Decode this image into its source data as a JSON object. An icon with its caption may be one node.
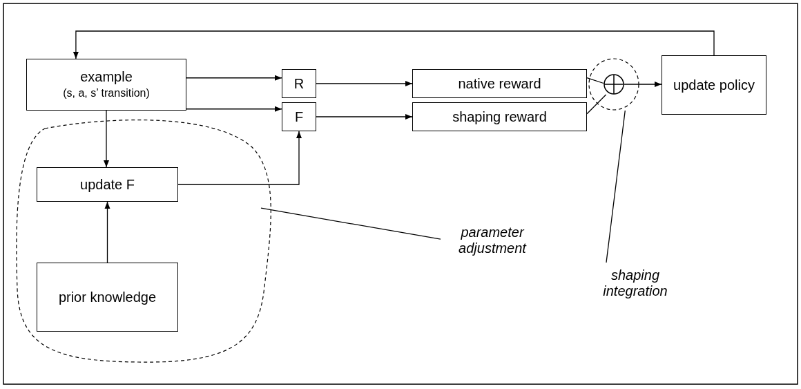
{
  "diagram": {
    "nodes": [
      {
        "text": [
          "example",
          "(s, a, s’ transition)"
        ]
      },
      {
        "text": [
          "R"
        ]
      },
      {
        "text": [
          "native reward"
        ]
      },
      {
        "text": [
          "F"
        ]
      },
      {
        "text": [
          "shaping reward"
        ]
      },
      {
        "text": [],
        "shape": "circle"
      },
      {
        "text": [],
        "shape": "circle",
        "in": 5
      },
      {
        "text": [
          "update policy"
        ]
      },
      {
        "text": [],
        "shape": "cloud"
      },
      {
        "text": [
          "update F"
        ],
        "in": 8
      },
      {
        "text": [
          "prior knowledge"
        ],
        "in": 8
      },
      {
        "text": [
          "parameter adjustment"
        ]
      },
      {
        "text": [
          "shaping integration"
        ]
      }
    ],
    "edges": [
      {
        "from": 0,
        "to": 1,
        "arrow": "to"
      },
      {
        "from": 0,
        "to": 3,
        "arrow": "to"
      },
      {
        "from": 1,
        "to": 2,
        "arrow": "to"
      },
      {
        "from": 3,
        "to": 4,
        "arrow": "to"
      },
      {
        "from": 2,
        "to": 6,
        "arrow": "none"
      },
      {
        "from": 4,
        "to": 6,
        "arrow": "none"
      },
      {
        "from": 6,
        "to": 7,
        "arrow": "to"
      },
      {
        "from": 7,
        "to": 0,
        "arrow": "to"
      },
      {
        "from": 0,
        "to": 9,
        "arrow": "to"
      },
      {
        "from": 10,
        "to": 9,
        "arrow": "to"
      },
      {
        "from": 9,
        "to": 3,
        "arrow": "to"
      },
      {
        "from": 11,
        "to": 8,
        "arrow": "none"
      },
      {
        "from": 12,
        "to": 5,
        "arrow": "none"
      }
    ]
  }
}
